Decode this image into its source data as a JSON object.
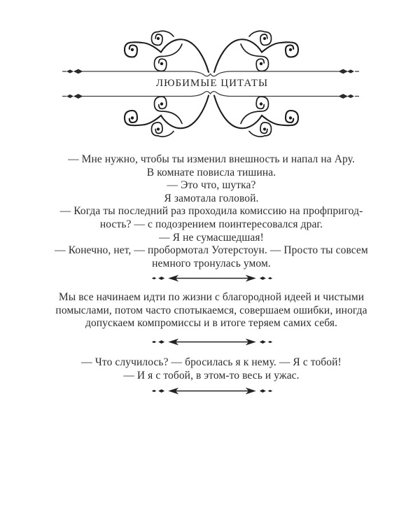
{
  "header": {
    "title": "ЛЮБИМЫЕ ЦИТАТЫ"
  },
  "quotes": [
    {
      "lines": [
        "— Мне нужно, чтобы ты изменил внешность и напал на Ару.",
        "В комнате повисла тишина.",
        "— Это что, шутка?",
        "Я замотала головой.",
        "— Когда ты последний раз проходила комиссию на профпригод-",
        "ность? — с подозрением поинтересовался драг.",
        "— Я не сумасшедшая!",
        "— Конечно, нет, — пробормотал Уотерстоун. — Просто ты совсем",
        "немного тронулась умом."
      ]
    },
    {
      "lines": [
        "Мы все начинаем идти по жизни с благородной идеей и чистыми",
        "помыслами, потом часто спотыкаемся, совершаем ошибки, иногда",
        "допускаем компромиссы и в итоге теряем самих себя."
      ]
    },
    {
      "lines": [
        "— Что случилось? — бросилась я к нему. — Я с тобой!",
        "— И я с тобой, в этом-то весь и ужас."
      ]
    }
  ],
  "icons": {
    "flourish": "swirl-flourish-ornament",
    "divider": "double-arrow-divider"
  },
  "colors": {
    "background": "#ffffff",
    "ink": "#2c2c2c",
    "ornament": "#1c1c1c",
    "rule": "#3f3f3f"
  }
}
